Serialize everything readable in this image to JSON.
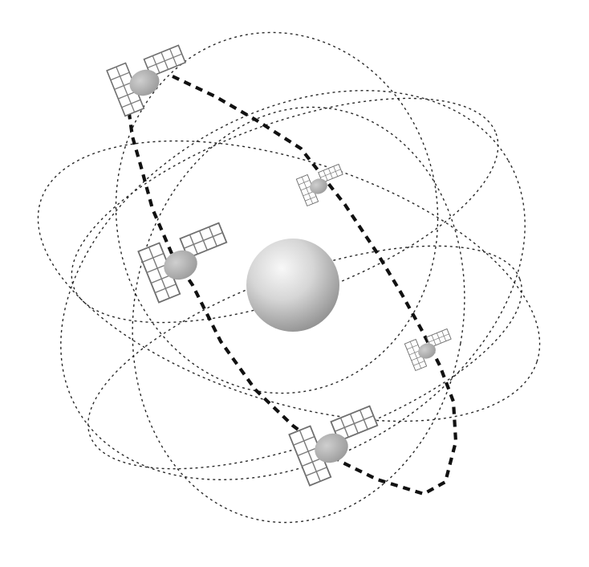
{
  "figure": {
    "kind": "satellite constellation orbiting a central globe",
    "colors": {
      "background": "#ffffff",
      "orbit_line": "#2a2a2a",
      "highlight_orbit": "#111111",
      "satellite_body": "#a8a8a8",
      "satellite_panel": "#7a7a7a",
      "globe_light": "#f8f8f8",
      "globe_dark": "#8c8c8c"
    },
    "orbit_count": 6,
    "highlighted_orbit_count": 1,
    "satellite_count": 5,
    "satellites_on_highlighted_orbit": 5
  }
}
